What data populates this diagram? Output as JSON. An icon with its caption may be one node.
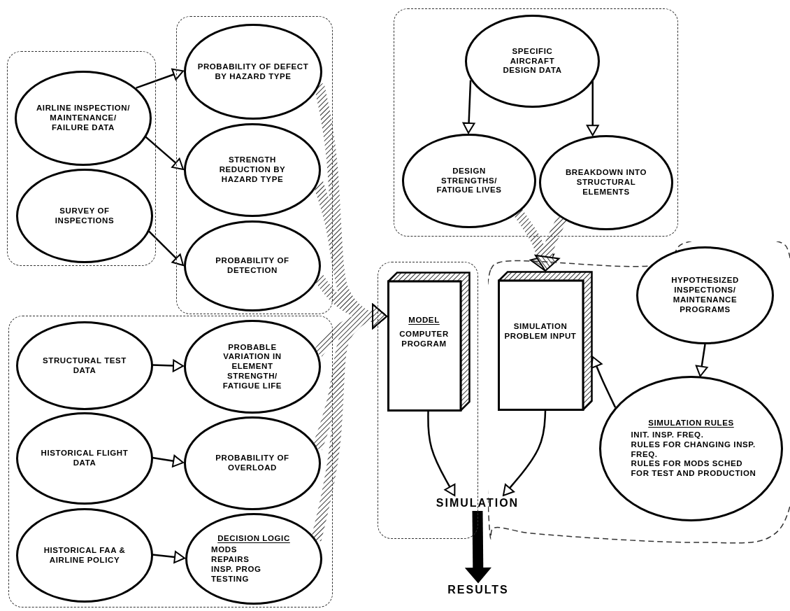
{
  "diagram": {
    "nodes": [
      {
        "text": [],
        "shape": "box"
      },
      {
        "text": [
          "AIRLINE INSPECTION/ MAINTENANCE/ FAILURE DATA"
        ],
        "in": 0
      },
      {
        "text": [
          "SURVEY OF INSPECTIONS"
        ],
        "in": 0
      },
      {
        "text": [],
        "shape": "box"
      },
      {
        "text": [
          "PROBABILITY OF DEFECT BY HAZARD TYPE"
        ],
        "in": 3
      },
      {
        "text": [
          "STRENGTH REDUCTION BY HAZARD TYPE"
        ],
        "in": 3
      },
      {
        "text": [
          "PROBABILITY OF DETECTION"
        ],
        "in": 3
      },
      {
        "text": [],
        "shape": "box"
      },
      {
        "text": [
          "STRUCTURAL TEST DATA"
        ],
        "in": 7
      },
      {
        "text": [
          "PROBABLE VARIATION IN ELEMENT STRENGTH/ FATIGUE LIFE"
        ],
        "in": 7
      },
      {
        "text": [
          "HISTORICAL FLIGHT DATA"
        ],
        "in": 7
      },
      {
        "text": [
          "PROBABILITY OF OVERLOAD"
        ],
        "in": 7
      },
      {
        "text": [
          "HISTORICAL FAA & AIRLINE POLICY"
        ],
        "in": 7
      },
      {
        "text": [
          "DECISION LOGIC",
          "MODS",
          "REPAIRS",
          "INSP. PROG",
          "TESTING"
        ],
        "in": 7
      },
      {
        "text": [],
        "shape": "box"
      },
      {
        "text": [
          "SPECIFIC AIRCRAFT DESIGN DATA"
        ],
        "in": 14
      },
      {
        "text": [
          "DESIGN STRENGTHS/ FATIGUE LIVES"
        ],
        "in": 14
      },
      {
        "text": [
          "BREAKDOWN INTO STRUCTURAL ELEMENTS"
        ],
        "in": 14
      },
      {
        "text": [],
        "shape": "box"
      },
      {
        "text": [
          "MODEL",
          "COMPUTER PROGRAM"
        ],
        "in": 18
      },
      {
        "text": [],
        "shape": "box"
      },
      {
        "text": [
          "SIMULATION PROBLEM INPUT"
        ],
        "in": 20
      },
      {
        "text": [
          "HYPOTHESIZED INSPECTIONS/ MAINTENANCE PROGRAMS"
        ],
        "in": 20
      },
      {
        "text": [
          "SIMULATION RULES",
          "INIT. INSP. FREQ.",
          "RULES FOR CHANGING INSP. FREQ.",
          "RULES FOR MODS SCHED FOR TEST AND PRODUCTION"
        ],
        "in": 20
      },
      {
        "text": [
          "SIMULATION"
        ]
      },
      {
        "text": [
          "RESULTS"
        ]
      }
    ],
    "edges": [
      {
        "from": 1,
        "to": 4,
        "arrow": "to"
      },
      {
        "from": 1,
        "to": 5,
        "arrow": "to"
      },
      {
        "from": 2,
        "to": 6,
        "arrow": "to"
      },
      {
        "from": 8,
        "to": 9,
        "arrow": "to"
      },
      {
        "from": 10,
        "to": 11,
        "arrow": "to"
      },
      {
        "from": 12,
        "to": 13,
        "arrow": "to"
      },
      {
        "from": 4,
        "to": 19,
        "arrow": "to",
        "style": "thick"
      },
      {
        "from": 5,
        "to": 19,
        "arrow": "to",
        "style": "thick"
      },
      {
        "from": 6,
        "to": 19,
        "arrow": "to",
        "style": "thick"
      },
      {
        "from": 9,
        "to": 19,
        "arrow": "to",
        "style": "thick"
      },
      {
        "from": 11,
        "to": 19,
        "arrow": "to",
        "style": "thick"
      },
      {
        "from": 13,
        "to": 19,
        "arrow": "to",
        "style": "thick"
      },
      {
        "from": 15,
        "to": 16,
        "arrow": "to"
      },
      {
        "from": 15,
        "to": 17,
        "arrow": "to"
      },
      {
        "from": 16,
        "to": 21,
        "arrow": "to",
        "style": "thick"
      },
      {
        "from": 17,
        "to": 21,
        "arrow": "to",
        "style": "thick"
      },
      {
        "from": 22,
        "to": 23,
        "arrow": "to"
      },
      {
        "from": 23,
        "to": 21,
        "arrow": "to"
      },
      {
        "from": 19,
        "to": 24,
        "arrow": "to"
      },
      {
        "from": 21,
        "to": 24,
        "arrow": "to"
      },
      {
        "from": 24,
        "to": 25,
        "arrow": "to",
        "style": "thick",
        "color": "#000000"
      }
    ]
  }
}
